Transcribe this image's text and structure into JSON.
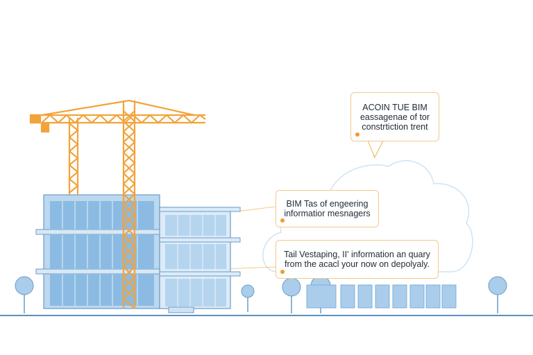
{
  "colors": {
    "crane": "#f2a33a",
    "glass": "#9fc6e6",
    "glass_dark": "#6fa8d6",
    "outline": "#6b9bc7",
    "cloud": "#cfe3f3",
    "ground": "#5b8fbf",
    "callout_border": "#f2c98a",
    "callout_dot": "#f29a2e",
    "tree": "#a9cdea"
  },
  "icons": {
    "crane": "tower-crane-icon",
    "building": "glass-office-building-icon",
    "cloud": "cloud-icon",
    "trees": "tree-icon"
  },
  "callouts": {
    "top": {
      "line1": "ACOIN TUE BIM",
      "line2": "eassagenae of tor",
      "line3": "constrtiction trent"
    },
    "middle": {
      "line1": "BIM Tas of engeering",
      "line2": "informatior mesnagers"
    },
    "bottom": {
      "line1": "Tail Vestaping, II' information an quary",
      "line2": "from the acacl your now on depolyaly."
    }
  }
}
